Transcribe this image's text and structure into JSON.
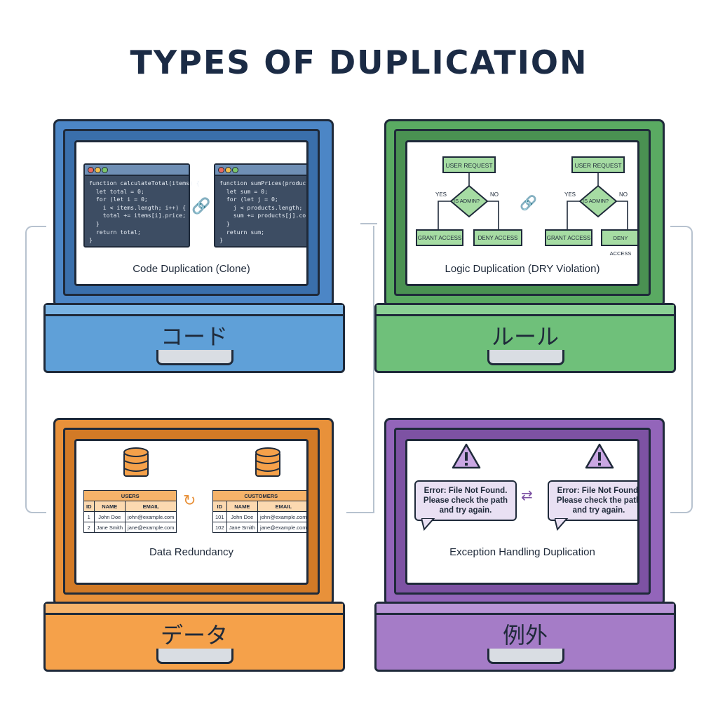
{
  "title": "TYPES OF DUPLICATION",
  "panels": {
    "code": {
      "caption": "Code Duplication (Clone)",
      "drawer_label": "コード",
      "color": "#5b9bd5",
      "snippet_left": [
        "function calculateTotal(items) {",
        "  let total = 0;",
        "  for (let i = 0;",
        "    i < items.length; i++) {",
        "    total += items[i].price;",
        "  }",
        "  return total;",
        "}"
      ],
      "snippet_right": [
        "function sumPrices(products) {",
        "  let sum = 0;",
        "  for (let j = 0;",
        "    j < products.length; j++) {",
        "    sum += products[j].cost;",
        "  }",
        "  return sum;",
        "}"
      ]
    },
    "logic": {
      "caption": "Logic Duplication (DRY Violation)",
      "drawer_label": "ルール",
      "color": "#6fbf73",
      "request": "USER REQUEST",
      "decision": "IS ADMIN?",
      "yes": "YES",
      "no": "NO",
      "grant": "GRANT ACCESS",
      "deny": "DENY ACCESS"
    },
    "data": {
      "caption": "Data Redundancy",
      "drawer_label": "データ",
      "color": "#f5a14a",
      "users": {
        "title": "USERS",
        "columns": [
          "ID",
          "NAME",
          "EMAIL"
        ],
        "rows": [
          [
            "1",
            "John Doe",
            "john@example.com"
          ],
          [
            "2",
            "Jane Smith",
            "jane@example.com"
          ]
        ]
      },
      "customers": {
        "title": "CUSTOMERS",
        "columns": [
          "ID",
          "NAME",
          "EMAIL"
        ],
        "rows": [
          [
            "101",
            "John Doe",
            "john@example.com"
          ],
          [
            "102",
            "Jane Smith",
            "jane@example.com"
          ]
        ]
      }
    },
    "exception": {
      "caption": "Exception Handling Duplication",
      "drawer_label": "例外",
      "color": "#a57cc7",
      "message": "Error: File Not Found. Please check the path and try again."
    }
  }
}
